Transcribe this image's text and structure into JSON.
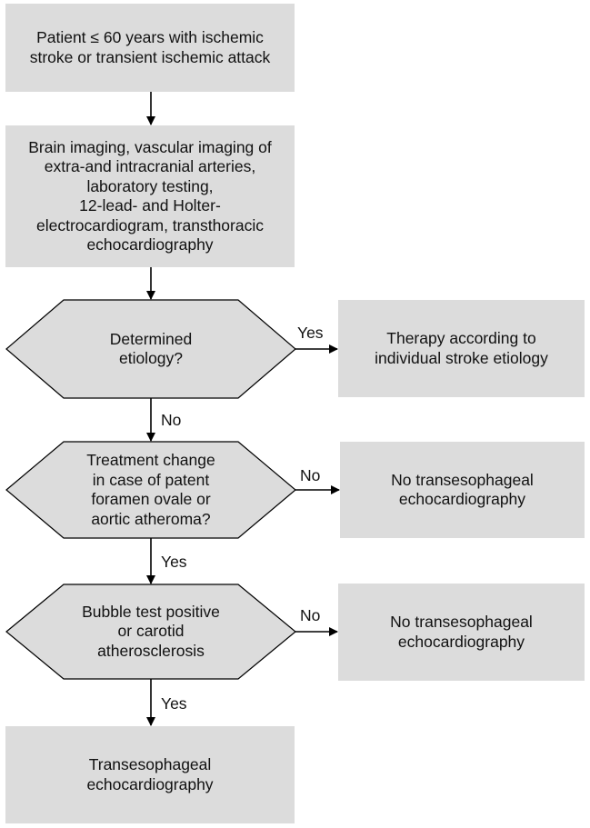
{
  "colors": {
    "box_fill": "#dcdcdc",
    "line": "#000000"
  },
  "nodes": {
    "start": "Patient ≤ 60 years with ischemic\nstroke or transient ischemic attack",
    "workup": "Brain imaging, vascular imaging of\nextra-and intracranial arteries,\nlaboratory testing,\n12-lead- and Holter-\nelectrocardiogram, transthoracic\nechocardiography",
    "decision1": "Determined\netiology?",
    "therapy": "Therapy according to\nindividual stroke etiology",
    "decision2": "Treatment change\nin case of patent\nforamen ovale or\naortic atheroma?",
    "no_tee_1": "No transesophageal\nechocardiography",
    "decision3": "Bubble test positive\nor carotid\natherosclerosis",
    "no_tee_2": "No transesophageal\nechocardiography",
    "tee": "Transesophageal\nechocardiography"
  },
  "edges": {
    "d1_yes": "Yes",
    "d1_no": "No",
    "d2_no": "No",
    "d2_yes": "Yes",
    "d3_no": "No",
    "d3_yes": "Yes"
  }
}
